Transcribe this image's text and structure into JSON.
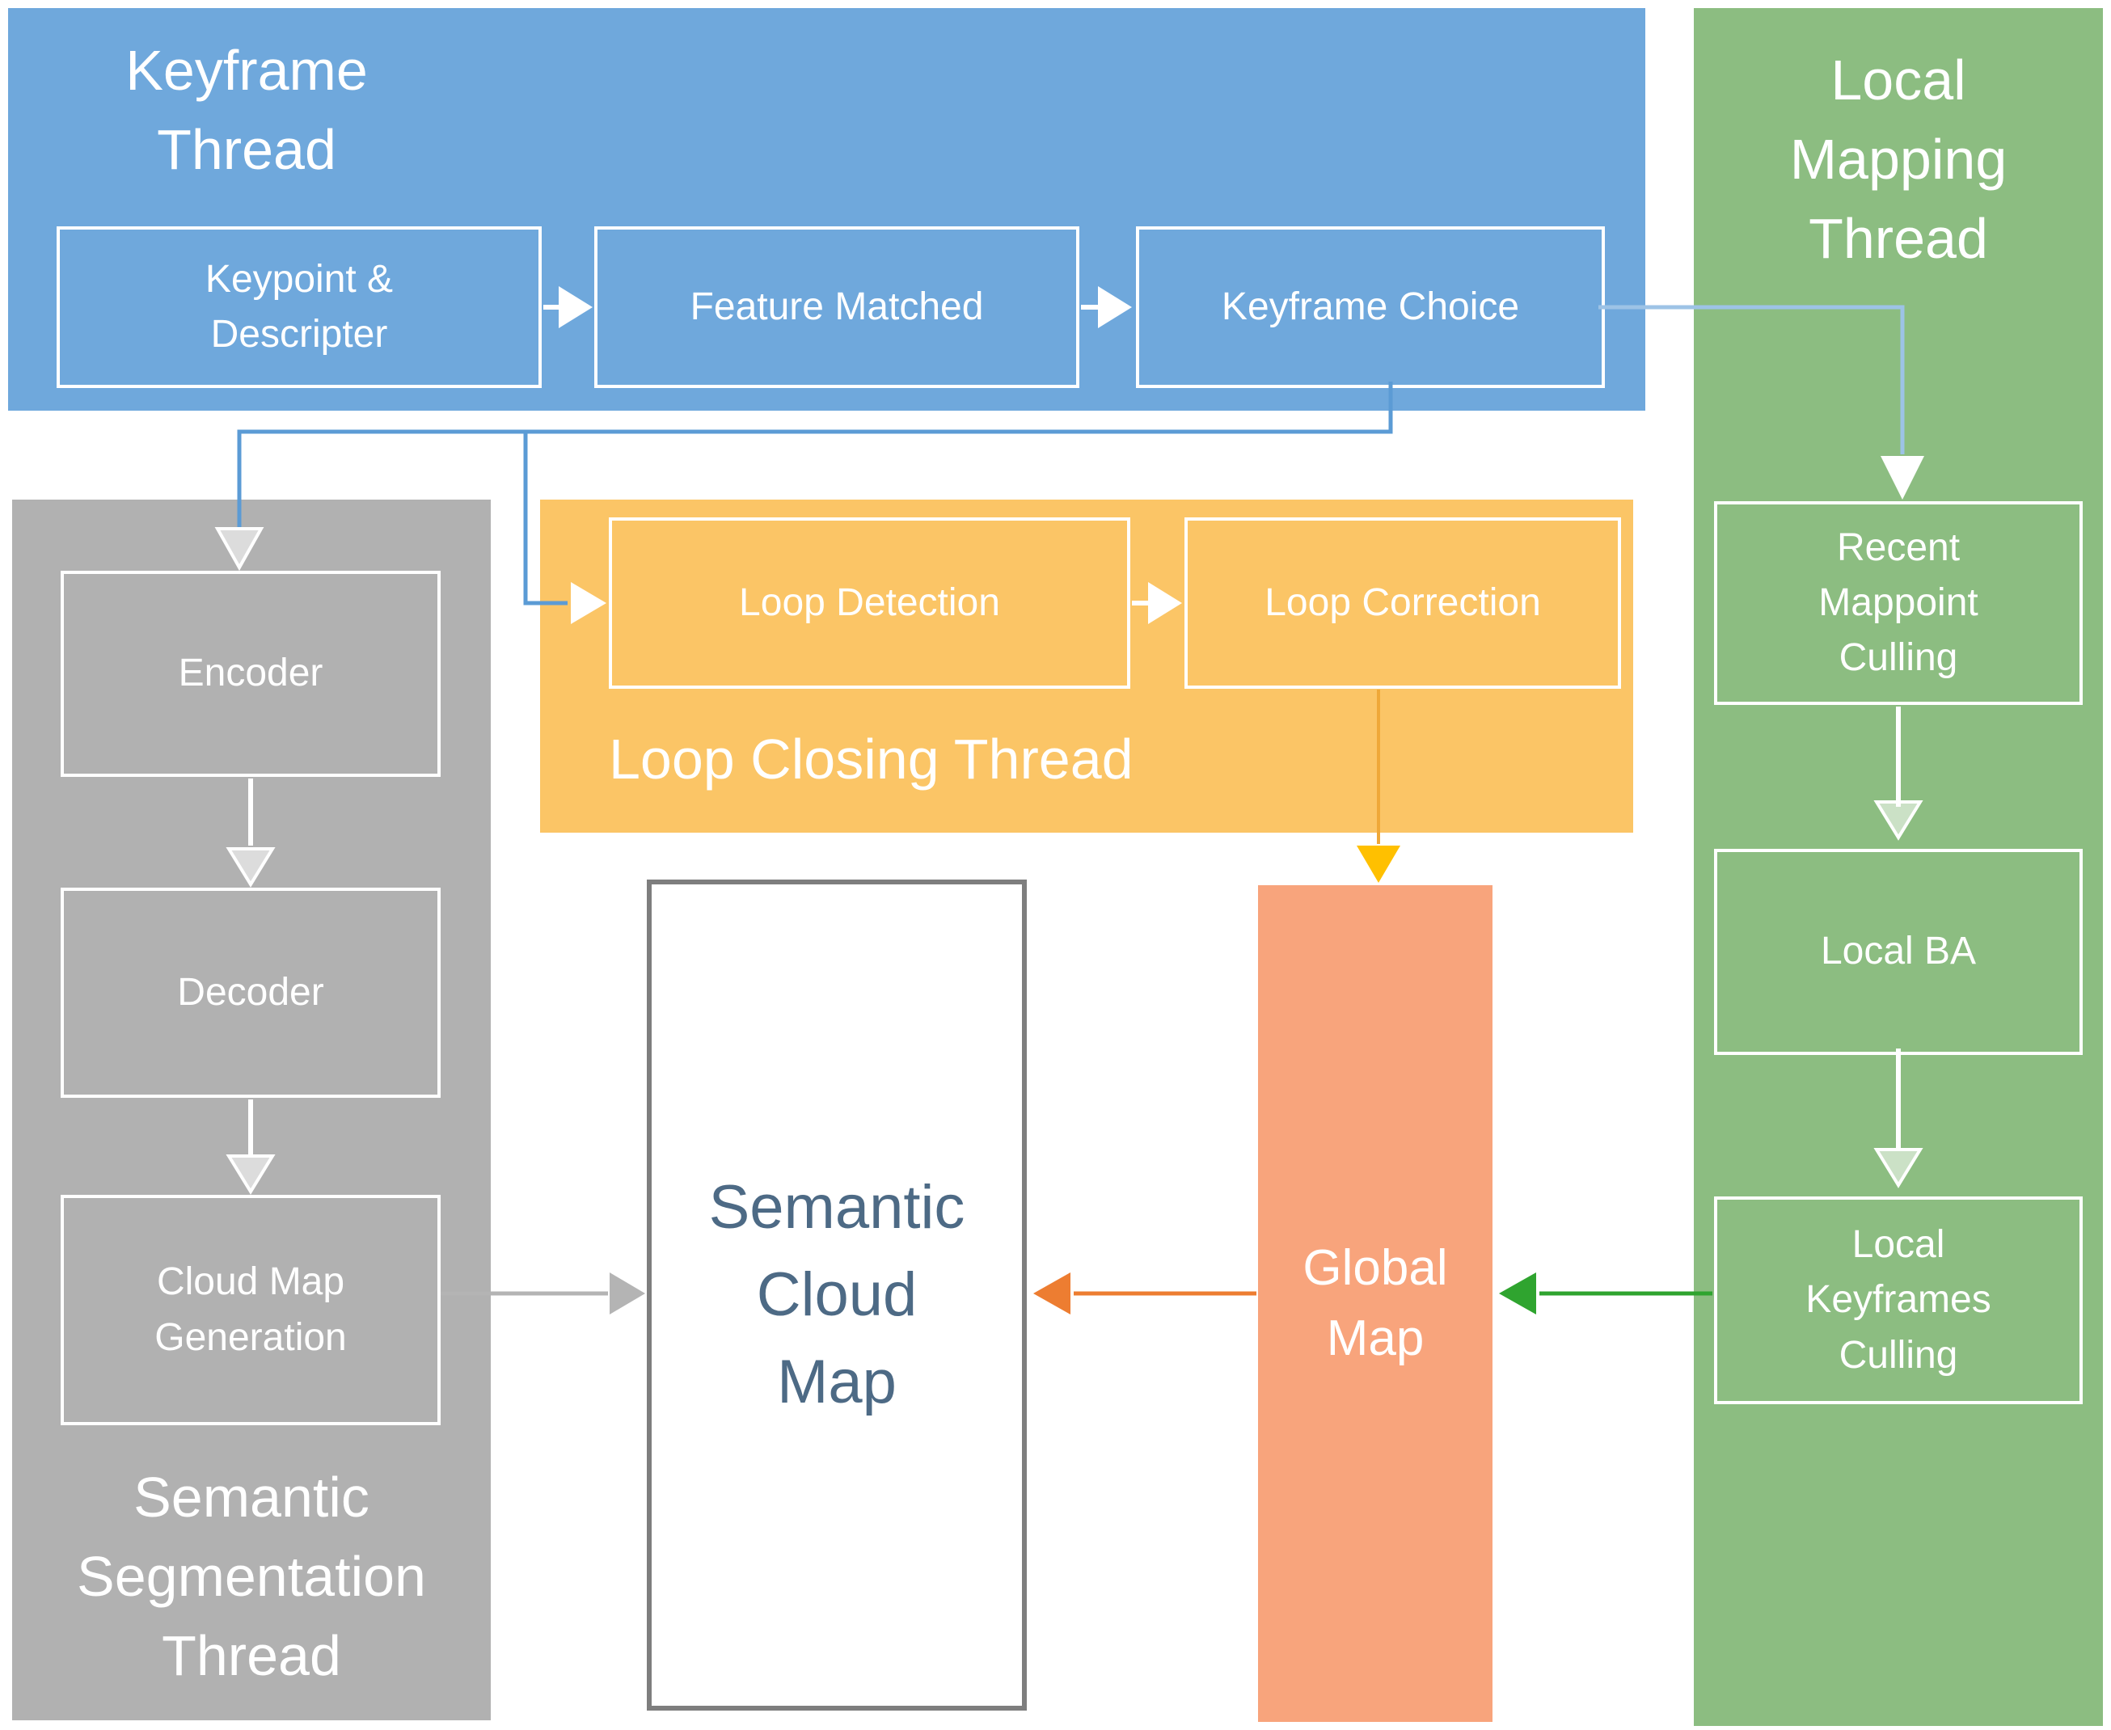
{
  "colors": {
    "thread-blue": "#6fa8dc",
    "thread-green": "#8cbd81",
    "thread-orange": "#fbc566",
    "thread-gray": "#b1b1b1",
    "salmon": "#f8a47c",
    "box-border": "#ffffff",
    "label-text": "#ffffff",
    "scm-border": "#7e7e7e",
    "scm-text": "#4d6a85",
    "connector-blue": "#5b9bd5",
    "connector-pale-blue": "#9dc3e6",
    "connector-yellow": "#efa838",
    "arrow-yellow": "#ffc000",
    "arrow-orange": "#ed7d31",
    "arrow-green": "#2fa42f",
    "arrow-gray": "#b4b4b4",
    "arrow-white": "#ffffff"
  },
  "keyframe_thread": {
    "title": "Keyframe Thread",
    "boxes": {
      "keypoint_descripter": "Keypoint & Descripter",
      "feature_matched": "Feature Matched",
      "keyframe_choice": "Keyframe Choice"
    }
  },
  "local_mapping_thread": {
    "title": "Local Mapping Thread",
    "boxes": {
      "recent_mappoint_culling": "Recent Mappoint Culling",
      "local_ba": "Local BA",
      "local_keyframes_culling": "Local Keyframes Culling"
    }
  },
  "loop_closing_thread": {
    "title": "Loop Closing Thread",
    "boxes": {
      "loop_detection": "Loop Detection",
      "loop_correction": "Loop Correction"
    }
  },
  "semantic_segmentation_thread": {
    "title": "Semantic Segmentation Thread",
    "boxes": {
      "encoder": "Encoder",
      "decoder": "Decoder",
      "cloud_map_generation": "Cloud Map Generation"
    }
  },
  "nodes": {
    "semantic_cloud_map": "Semantic Cloud Map",
    "global_map": "Global Map"
  }
}
